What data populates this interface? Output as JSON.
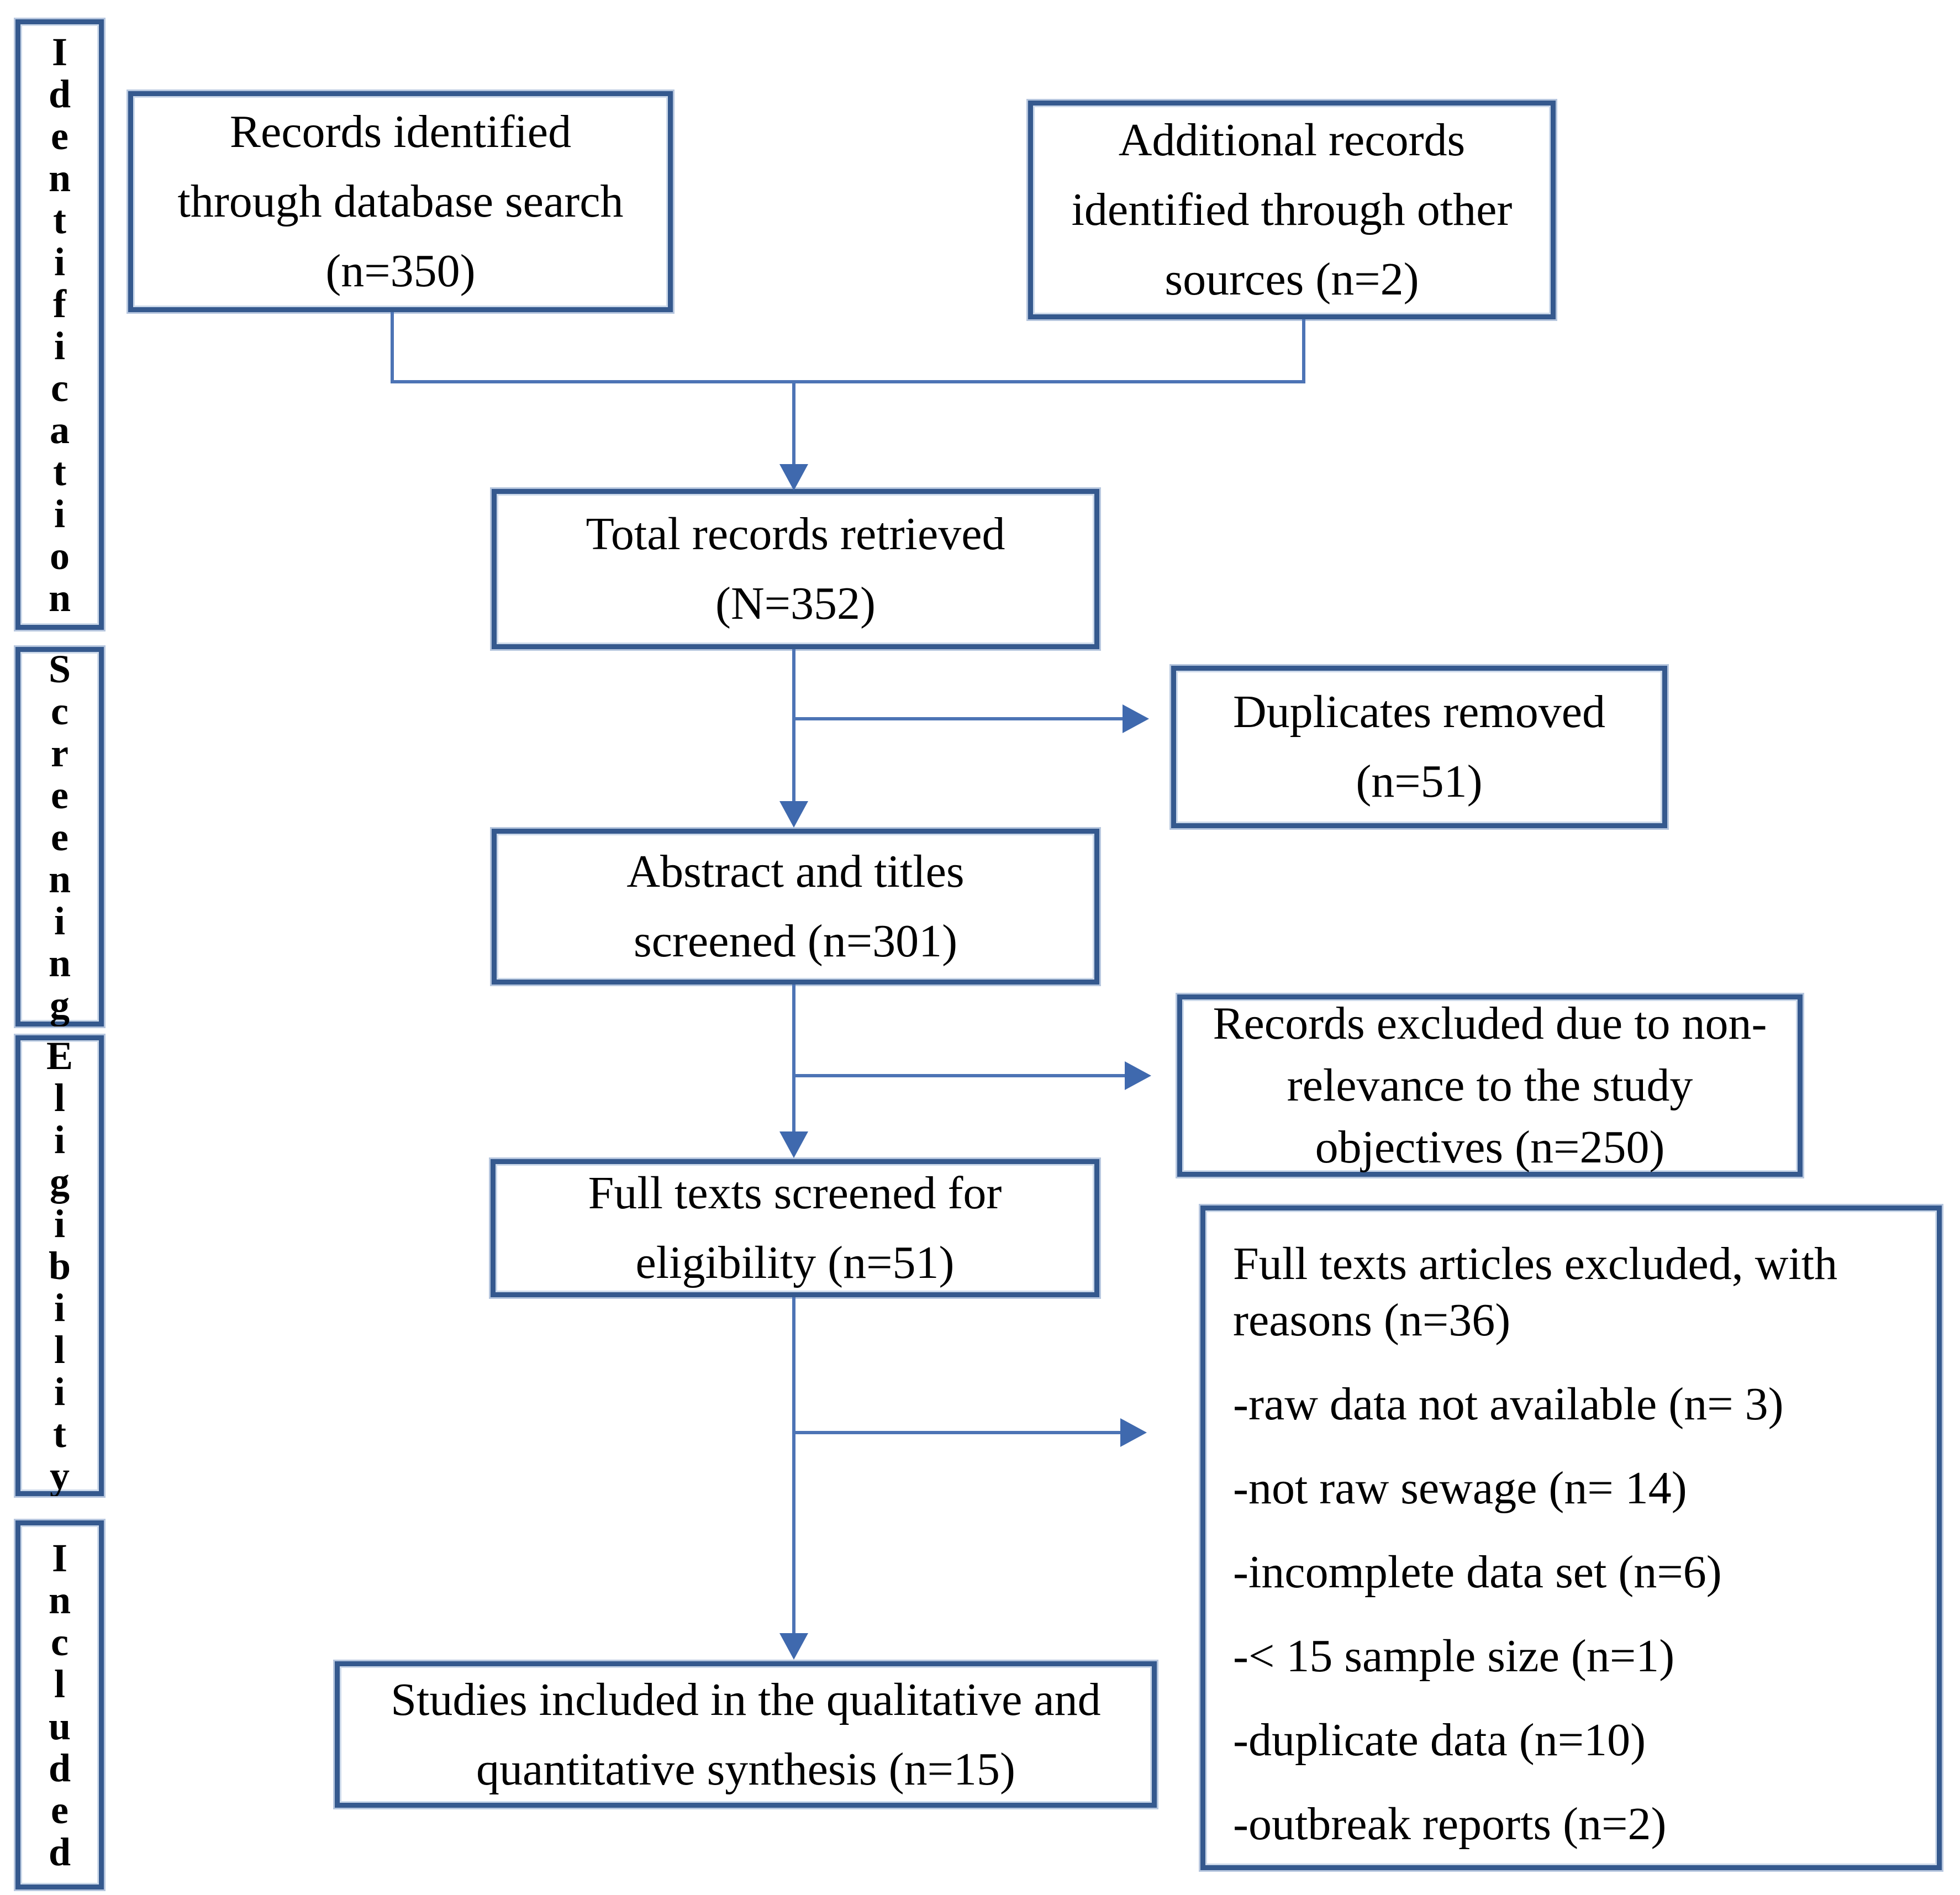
{
  "stages": [
    {
      "id": "identification",
      "label": "Identification",
      "letters": "I\nd\ne\nn\nt\ni\nf\ni\nc\na\nt\ni\no\nn"
    },
    {
      "id": "screening",
      "label": "Screening",
      "letters": "S\nc\nr\ne\ne\nn\ni\nn\ng"
    },
    {
      "id": "eligibility",
      "label": "Eligibility",
      "letters": "E\nl\ni\ng\ni\nb\ni\nl\ni\nt\ny"
    },
    {
      "id": "included",
      "label": "Included",
      "letters": "I\nn\nc\nl\nu\nd\ne\nd"
    }
  ],
  "boxes": {
    "records_database": {
      "lines": [
        "Records identified",
        "through database search",
        "(n=350)"
      ]
    },
    "records_other": {
      "lines": [
        "Additional records",
        "identified through other",
        "sources (n=2)"
      ]
    },
    "total_records": {
      "lines": [
        "Total records retrieved",
        "(N=352)"
      ]
    },
    "duplicates_removed": {
      "lines": [
        "Duplicates removed",
        "(n=51)"
      ]
    },
    "abstracts_screened": {
      "lines": [
        "Abstract and titles",
        "screened (n=301)"
      ]
    },
    "records_excluded": {
      "lines": [
        "Records excluded due to non-",
        "relevance to the study",
        "objectives (n=250)"
      ]
    },
    "fulltext_screened": {
      "lines": [
        "Full texts screened for",
        "eligibility (n=51)"
      ]
    },
    "fulltext_excluded": {
      "title_lines": [
        "Full texts articles excluded, with",
        "reasons (n=36)"
      ],
      "reasons": [
        "-raw data not available (n= 3)",
        "-not raw sewage (n= 14)",
        "-incomplete data set (n=6)",
        "-< 15 sample size (n=1)",
        "-duplicate data (n=10)",
        "-outbreak reports (n=2)"
      ]
    },
    "studies_included": {
      "lines": [
        "Studies included in the qualitative and",
        "quantitative synthesis (n=15)"
      ]
    }
  },
  "colors": {
    "box_border": "#35598e",
    "border_light": "#ccd9ea",
    "arrow_line": "#4d74b5",
    "arrow_head": "#3f69ae",
    "text": "#000000"
  }
}
